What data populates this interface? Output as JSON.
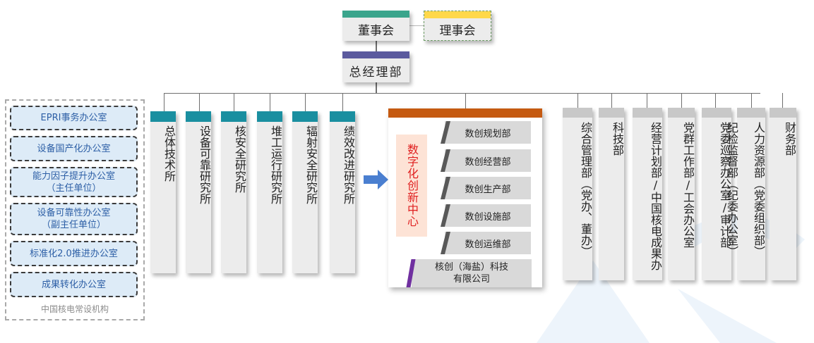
{
  "top": {
    "board_label": "董事会",
    "supervisory_label": "理事会",
    "gm_label": "总经理部"
  },
  "left_panel": {
    "items": [
      "EPRI事务办公室",
      "设备国产化办公室",
      "能力因子提升办公室\n（主任单位）",
      "设备可靠性办公室\n（副主任单位）",
      "标准化2.0推进办公室",
      "成果转化办公室"
    ],
    "caption": "中国核电常设机构"
  },
  "institutes": [
    "总体技术所",
    "设备可靠研究所",
    "核安全研究所",
    "堆工运行研究所",
    "辐射安全研究所",
    "绩效改进研究所"
  ],
  "center": {
    "title": "数字化创新中心",
    "departments": [
      "数创规划部",
      "数创经营部",
      "数创生产部",
      "数创设施部",
      "数创运维部"
    ],
    "company_line1": "核创（海盐）科技",
    "company_line2": "有限公司"
  },
  "departments": [
    "综合管理部（党办、董办）",
    "科技部",
    "经营计划部/中国核电成果办",
    "党群工作部/工会办公室",
    "党委巡察办公室/审计部",
    "纪检监督部（纪委办公室）",
    "人力资源部（党委组织部）",
    "财务部"
  ],
  "colors": {
    "board_bar": "#3aa58c",
    "supervisory_bar": "#ffd84a",
    "gm_bar": "#5b5a9e",
    "institute_bar": "#1a8fa0",
    "center_bar": "#c55a11",
    "center_title": "#e02020",
    "dept_bar": "#c8c8c8",
    "left_text": "#2d5fa6",
    "arrow": "#4a7fd0"
  }
}
